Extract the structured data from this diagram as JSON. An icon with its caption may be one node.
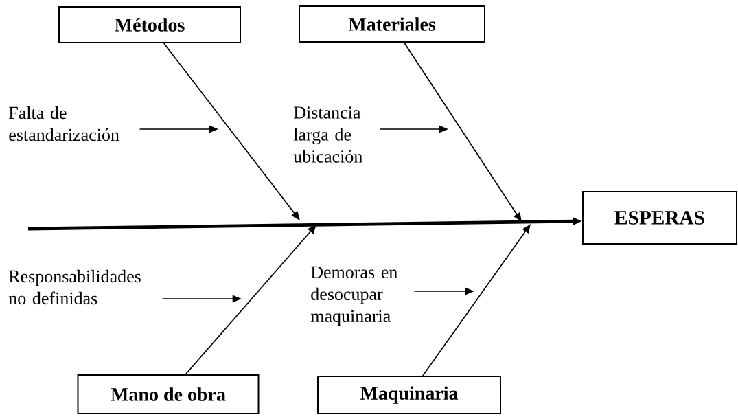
{
  "diagram": {
    "nodes": [
      {
        "text": [
          "Métodos"
        ]
      },
      {
        "text": [
          "Materiales"
        ]
      },
      {
        "text": [
          "Mano de obra"
        ]
      },
      {
        "text": [
          "Maquinaria"
        ]
      },
      {
        "text": [
          "ESPERAS"
        ]
      },
      {
        "text": [
          "Falta de estandarización"
        ]
      },
      {
        "text": [
          "Distancia larga de ubicación"
        ]
      },
      {
        "text": [
          "Responsabilidades no definidas"
        ]
      },
      {
        "text": [
          "Demoras en desocupar maquinaria"
        ]
      }
    ],
    "edges": [
      {
        "from": 0,
        "to": null,
        "arrow": "to"
      },
      {
        "from": 1,
        "to": null,
        "arrow": "to"
      },
      {
        "from": 2,
        "to": null,
        "arrow": "to"
      },
      {
        "from": 3,
        "to": null,
        "arrow": "to"
      },
      {
        "from": null,
        "to": 4,
        "arrow": "to",
        "style": "thick"
      },
      {
        "from": 5,
        "to": null,
        "arrow": "to"
      },
      {
        "from": 6,
        "to": null,
        "arrow": "to"
      },
      {
        "from": 7,
        "to": null,
        "arrow": "to"
      },
      {
        "from": 8,
        "to": null,
        "arrow": "to"
      }
    ]
  }
}
